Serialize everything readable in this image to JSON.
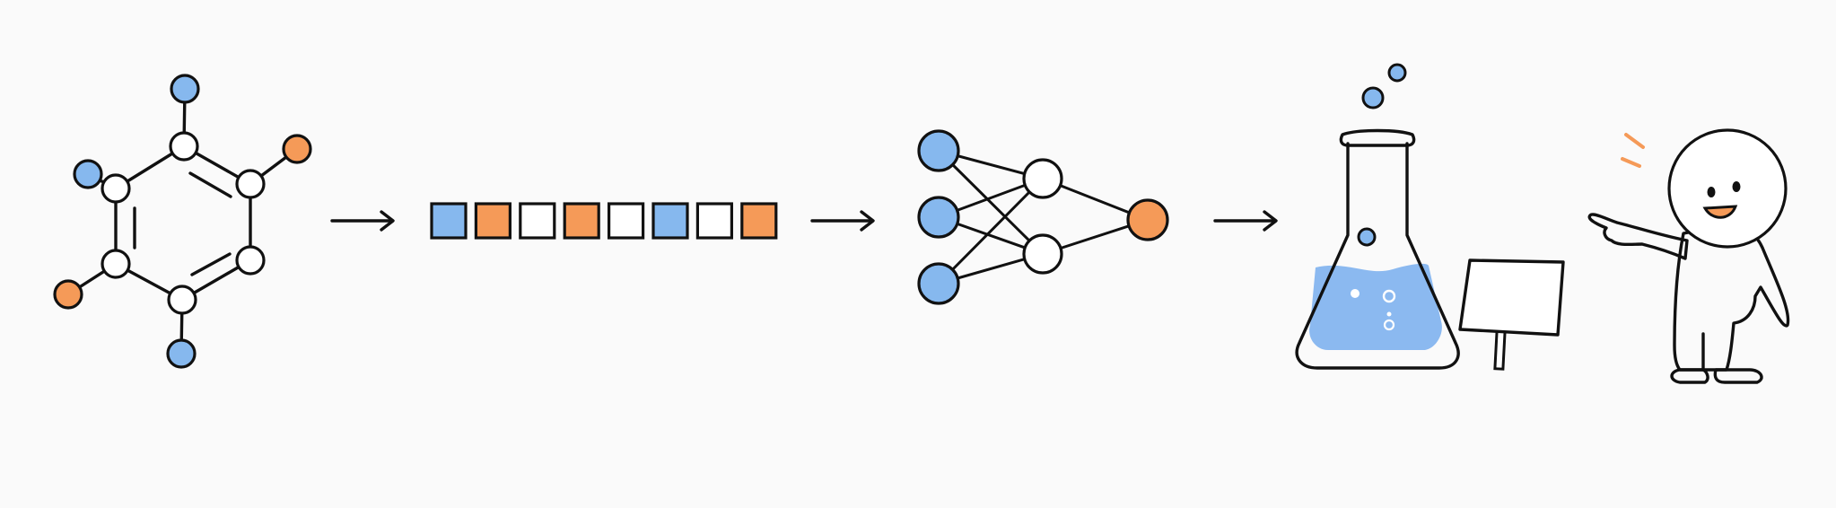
{
  "diagram": {
    "steps": [
      {
        "name": "molecule"
      },
      {
        "name": "fingerprint-vector"
      },
      {
        "name": "neural-network"
      },
      {
        "name": "lab-flask-with-blank-sign"
      },
      {
        "name": "pointing-character"
      }
    ],
    "molecule": {
      "ring_atoms": [
        "white",
        "white",
        "white",
        "white",
        "white",
        "white"
      ],
      "substituents": [
        "blue",
        "orange",
        "blue",
        "orange",
        "blue"
      ]
    },
    "fingerprint": {
      "cells": [
        "blue",
        "orange",
        "white",
        "orange",
        "white",
        "blue",
        "white",
        "orange"
      ]
    },
    "network": {
      "layers": [
        [
          "blue",
          "blue",
          "blue"
        ],
        [
          "white",
          "white"
        ],
        [
          "orange"
        ]
      ]
    },
    "sign": {
      "text": ""
    }
  },
  "colors": {
    "blue": "#86b8ee",
    "orange": "#f59a58",
    "white": "#ffffff",
    "ink": "#111111",
    "liquid": "#8bb9f0",
    "accent": "#f59a58"
  }
}
